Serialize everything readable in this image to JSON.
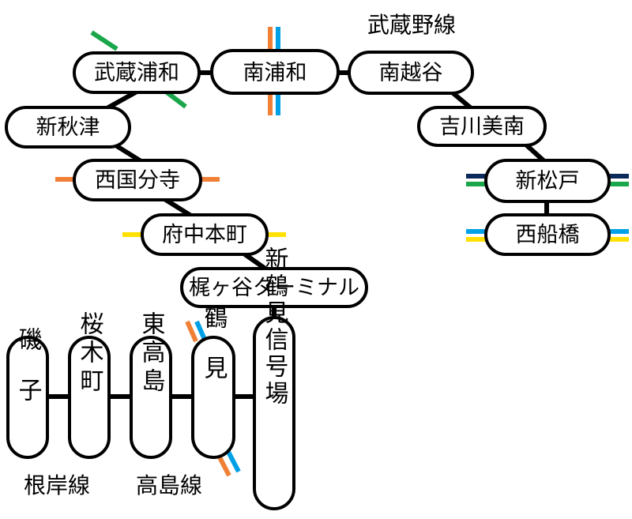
{
  "colors": {
    "track": "#000000",
    "green": "#1aa64b",
    "orange": "#f08035",
    "sky": "#00a0e6",
    "yellow": "#ffe000",
    "navy": "#0b2a5c",
    "station_fill": "#ffffff"
  },
  "line_labels": {
    "musashino": "武蔵野線",
    "negishi": "根岸線",
    "takashima": "高島線"
  },
  "stations": {
    "musashi_urawa": "武蔵浦和",
    "minami_urawa": "南浦和",
    "minami_koshigaya": "南越谷",
    "yoshikawa_minami": "吉川美南",
    "shin_matsudo": "新松戸",
    "nishi_funabashi": "西船橋",
    "shin_akitsu": "新秋津",
    "nishi_kokubunji": "西国分寺",
    "fuchu_hommachi": "府中本町",
    "kajigaya_terminal": "梶ヶ谷ターミナル",
    "isogo": "磯子",
    "sakuragicho": "桜木町",
    "higashi_takashima": "東高島",
    "tsurumi": "鶴見",
    "shin_tsurumi_signal": "新鶴見信号場"
  }
}
